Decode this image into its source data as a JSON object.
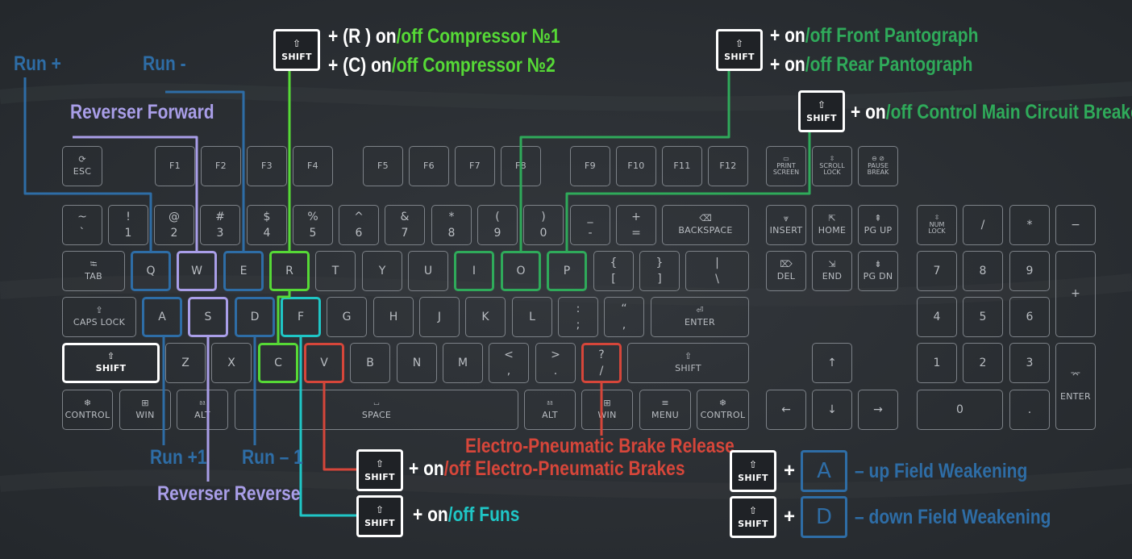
{
  "colors": {
    "background": "#2d3136",
    "blue": "#2e6da6",
    "purple": "#a99ee8",
    "green": "#56d936",
    "dark_green": "#2faa5a",
    "cyan": "#1fc6c6",
    "red": "#d6463a",
    "white": "#ffffff",
    "key_border": "#7d8288"
  },
  "keys": {
    "esc": {
      "glyph": "⟳",
      "label": "ESC"
    },
    "f1": "F1",
    "f2": "F2",
    "f3": "F3",
    "f4": "F4",
    "f5": "F5",
    "f6": "F6",
    "f7": "F7",
    "f8": "F8",
    "f9": "F9",
    "f10": "F10",
    "f11": "F11",
    "f12": "F12",
    "print_screen": {
      "glyph": "▭",
      "line1": "PRINT",
      "line2": "SCREEN"
    },
    "scroll_lock": {
      "glyph": "⇳",
      "line1": "SCROLL",
      "line2": "LOCK"
    },
    "pause_break": {
      "glyph": "⊖ ⊘",
      "line1": "PAUSE",
      "line2": "BREAK"
    },
    "number_row": [
      {
        "top": "~",
        "bottom": "`"
      },
      {
        "top": "!",
        "bottom": "1"
      },
      {
        "top": "@",
        "bottom": "2"
      },
      {
        "top": "#",
        "bottom": "3"
      },
      {
        "top": "$",
        "bottom": "4"
      },
      {
        "top": "%",
        "bottom": "5"
      },
      {
        "top": "^",
        "bottom": "6"
      },
      {
        "top": "&",
        "bottom": "7"
      },
      {
        "top": "*",
        "bottom": "8"
      },
      {
        "top": "(",
        "bottom": "9"
      },
      {
        "top": ")",
        "bottom": "0"
      },
      {
        "top": "_",
        "bottom": "-"
      },
      {
        "top": "+",
        "bottom": "="
      }
    ],
    "backspace": {
      "glyph": "⌫",
      "label": "BACKSPACE"
    },
    "tab": {
      "glyph": "⭾",
      "label": "TAB"
    },
    "q_row": [
      "Q",
      "W",
      "E",
      "R",
      "T",
      "Y",
      "U",
      "I",
      "O",
      "P"
    ],
    "bracket_open": {
      "top": "{",
      "bottom": "["
    },
    "bracket_close": {
      "top": "}",
      "bottom": "]"
    },
    "backslash": {
      "top": "|",
      "bottom": "\\"
    },
    "caps_lock": {
      "glyph": "⇪",
      "label": "CAPS LOCK"
    },
    "a_row": [
      "A",
      "S",
      "D",
      "F",
      "G",
      "H",
      "J",
      "K",
      "L"
    ],
    "semicolon": {
      "top": ":",
      "bottom": ";"
    },
    "quote": {
      "top": "“",
      "bottom": ","
    },
    "enter": {
      "glyph": "⏎",
      "label": "ENTER"
    },
    "shift_left": {
      "glyph": "⇧",
      "label": "SHIFT"
    },
    "z_row": [
      "Z",
      "X",
      "C",
      "V",
      "B",
      "N",
      "M"
    ],
    "comma": {
      "top": "<",
      "bottom": ","
    },
    "period": {
      "top": ">",
      "bottom": "."
    },
    "slash": {
      "top": "?",
      "bottom": "/"
    },
    "shift_right": {
      "glyph": "⇧",
      "label": "SHIFT"
    },
    "control_left": {
      "glyph": "❄",
      "label": "CONTROL"
    },
    "win_left": {
      "glyph": "⊞",
      "label": "WIN"
    },
    "alt_left": {
      "glyph": "⎂",
      "label": "ALT"
    },
    "space": {
      "glyph": "⏘",
      "label": "SPACE"
    },
    "alt_right": {
      "glyph": "⎂",
      "label": "ALT"
    },
    "win_right": {
      "glyph": "⊞",
      "label": "WIN"
    },
    "menu": {
      "glyph": "≡",
      "label": "MENU"
    },
    "control_right": {
      "glyph": "❄",
      "label": "CONTROL"
    },
    "insert": {
      "glyph": "⩔",
      "label": "INSERT"
    },
    "home": {
      "glyph": "⇱",
      "label": "HOME"
    },
    "pg_up": {
      "glyph": "⇞",
      "label": "PG UP"
    },
    "del": {
      "glyph": "⌦",
      "label": "DEL"
    },
    "end": {
      "glyph": "⇲",
      "label": "END"
    },
    "pg_dn": {
      "glyph": "⇟",
      "label": "PG DN"
    },
    "arrow_up": "↑",
    "arrow_left": "←",
    "arrow_down": "↓",
    "arrow_right": "→",
    "num_lock": {
      "glyph": "⇳",
      "line1": "NUM",
      "line2": "LOCK"
    },
    "num_slash": "/",
    "num_star": "*",
    "num_minus": "−",
    "num_plus": "+",
    "num_7": "7",
    "num_8": "8",
    "num_9": "9",
    "num_4": "4",
    "num_5": "5",
    "num_6": "6",
    "num_1": "1",
    "num_2": "2",
    "num_3": "3",
    "num_0": "0",
    "num_dot": ".",
    "num_enter": {
      "glyph": "⌤",
      "label": "ENTER"
    }
  },
  "shift_badge": {
    "glyph": "⇧",
    "label": "SHIFT"
  },
  "labels": {
    "run_plus": "Run +",
    "run_minus": "Run -",
    "reverser_forward": "Reverser Forward",
    "run_plus_1": "Run +1",
    "run_minus_1": "Run – 1",
    "reverser_reverse": "Reverser Reverse",
    "compressor": {
      "r_prefix": "+ (R ) on",
      "r_suffix": "/off Compressor №1",
      "c_prefix": "+ (C) on",
      "c_suffix": "/off Compressor №2"
    },
    "pantograph": {
      "front_prefix": "+ on",
      "front_suffix": "/off Front Pantograph",
      "rear_prefix": "+ on",
      "rear_suffix": "/off Rear Pantograph"
    },
    "breaker": {
      "prefix": "+ on",
      "suffix": "/off Control Main Circuit Breaker"
    },
    "ep_release": "Electro-Pneumatic Brake Release",
    "ep_brakes": {
      "prefix": "+ on",
      "suffix": "/off Electro-Pneumatic Brakes"
    },
    "funs": {
      "prefix": "+  on",
      "suffix": "/off Funs"
    },
    "plus_sign": "+",
    "field_a_key": "A",
    "field_d_key": "D",
    "field_up": "– up Field Weakening",
    "field_down": "– down Field Weakening"
  }
}
